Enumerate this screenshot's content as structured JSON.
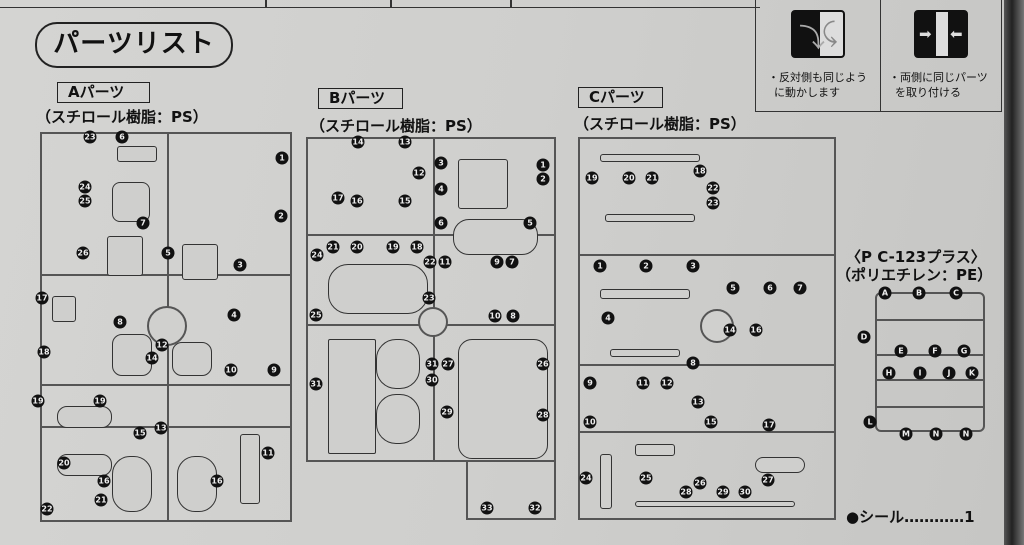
{
  "page_title": "パーツリスト",
  "legend": [
    {
      "icon": "mirror-rotate-icon",
      "text_line1": "・反対側も同じよう",
      "text_line2": "に動かします"
    },
    {
      "icon": "attach-both-sides-icon",
      "text_line1": "・両側に同じパーツ",
      "text_line2": "を取り付ける"
    }
  ],
  "runners": {
    "a": {
      "label": "Aパーツ",
      "material": "（スチロール樹脂：PS）",
      "numbers": [
        "23",
        "6",
        "1",
        "24",
        "25",
        "2",
        "7",
        "5",
        "26",
        "3",
        "17",
        "4",
        "8",
        "12",
        "14",
        "18",
        "10",
        "9",
        "19",
        "19",
        "15",
        "13",
        "11",
        "20",
        "16",
        "16",
        "21",
        "22"
      ]
    },
    "b": {
      "label": "Bパーツ",
      "material": "（スチロール樹脂：PS）",
      "numbers": [
        "14",
        "13",
        "1",
        "12",
        "3",
        "2",
        "17",
        "16",
        "15",
        "4",
        "6",
        "5",
        "21",
        "20",
        "19",
        "18",
        "24",
        "22",
        "11",
        "9",
        "7",
        "23",
        "25",
        "10",
        "8",
        "31",
        "27",
        "26",
        "30",
        "29",
        "28",
        "31",
        "33",
        "32"
      ]
    },
    "c": {
      "label": "Cパーツ",
      "material": "（スチロール樹脂：PS）",
      "numbers": [
        "18",
        "19",
        "20",
        "21",
        "22",
        "23",
        "1",
        "2",
        "3",
        "4",
        "5",
        "6",
        "7",
        "14",
        "16",
        "8",
        "9",
        "11",
        "12",
        "13",
        "10",
        "15",
        "17",
        "24",
        "25",
        "26",
        "27",
        "28",
        "29",
        "30"
      ]
    },
    "pc": {
      "label": "〈P C-123プラス〉",
      "material": "（ポリエチレン：PE）",
      "letters": [
        "A",
        "B",
        "C",
        "D",
        "E",
        "F",
        "G",
        "H",
        "I",
        "J",
        "K",
        "L",
        "M",
        "N",
        "N"
      ]
    }
  },
  "seal": {
    "label": "●シール",
    "dots": "…………",
    "count": "1"
  }
}
